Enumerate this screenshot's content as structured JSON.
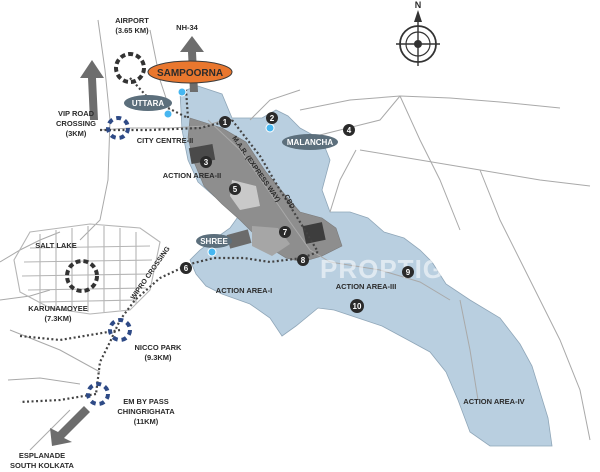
{
  "colors": {
    "area_blue": "#b9cfe0",
    "area_gray": "#8e8e8e",
    "area_dark": "#5c5c5c",
    "road": "#a9a9a9",
    "sampoorna": "#e9772e",
    "pill": "#5c6f7c",
    "marker": "#2a2a2a",
    "arrow": "#6d6d6d"
  },
  "icons": {
    "compass": "compass-icon",
    "arrow": "direction-arrow-icon",
    "roundabout": "roundabout-icon",
    "location": "location-pin-icon"
  },
  "compass": {
    "letter": "N"
  },
  "watermark": "PROPTIGER",
  "labels": {
    "airport": "AIRPORT",
    "airport_dist": "(3.65 KM)",
    "nh34": "NH-34",
    "sampoorna": "SAMPOORNA",
    "uttara": "UTTARA",
    "vip1": "VIP ROAD",
    "vip2": "CROSSING",
    "vip3": "(3KM)",
    "city_centre": "CITY CENTRE-II",
    "malancha": "MALANCHA",
    "action2": "ACTION AREA-II",
    "mar": "M.A.R. (EXPRESS WAY)",
    "cbd": "CBD",
    "shree": "SHREE",
    "salt_lake": "SALT LAKE",
    "wipro": "WIPRO CROSSING",
    "action1": "ACTION AREA-I",
    "action3": "ACTION AREA-III",
    "karunamoyee": "KARUNAMOYEE",
    "karunamoyee_dist": "(7.3KM)",
    "nicco": "NICCO PARK",
    "nicco_dist": "(9.3KM)",
    "em1": "EM BY PASS",
    "em2": "CHINGRIGHATA",
    "em3": "(11KM)",
    "action4": "ACTION AREA-IV",
    "esp1": "ESPLANADE",
    "esp2": "SOUTH KOLKATA"
  },
  "markers": [
    "1",
    "2",
    "3",
    "4",
    "5",
    "6",
    "7",
    "8",
    "9",
    "10"
  ]
}
